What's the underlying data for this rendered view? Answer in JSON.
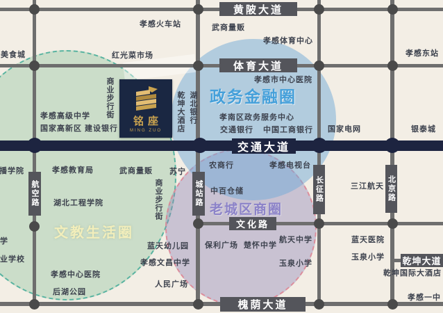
{
  "palette": {
    "background": "#f3eee5",
    "road_gray": "#6e6e6e",
    "road_dot": "#4a4a4a",
    "main_road_navy": "#1d2440",
    "badge_gray": "#54555b",
    "zone_finance_fill": "#aecfe8",
    "zone_finance_text": "#45a0da",
    "zone_oldtown_fill": "#c3bdd8",
    "zone_oldtown_text": "#8b82c8",
    "zone_oldtown_border": "#e0808f",
    "zone_culture_fill": "#cfe2d4",
    "zone_culture_border": "#58b3a0",
    "zone_culture_text": "#f2eebb",
    "logo_bg": "#1a2742",
    "logo_gold": "#c9a24f"
  },
  "logo": {
    "name_cn": "铭座",
    "name_en": "MING ZUO"
  },
  "zones": {
    "finance": {
      "label": "政务金融圈"
    },
    "oldtown": {
      "label": "老城区商圈"
    },
    "culture": {
      "label": "文教生活圈"
    }
  },
  "roads": {
    "huangpi_avenue": "黄陂大道",
    "tiyu_avenue": "体育大道",
    "jiaotong_avenue": "交通大道",
    "wenhua_road": "文化路",
    "huaiyin_avenue": "槐荫大道",
    "qiankun_avenue": "乾坤大道",
    "hangkong_road": "航空路",
    "chengzhan_road": "城站路",
    "changzheng_road": "长征路",
    "beijing_road": "北京路"
  },
  "pois": {
    "food_city": "美食城",
    "hongguang_market": "红光菜市场",
    "xiaogan_railway_station": "孝感火车站",
    "wushang_mart_north": "武商量贩",
    "xiaogan_sports_center": "孝感体育中心",
    "xiaogan_east_station": "孝感东站",
    "xiaogan_city_central_hospital": "孝感市中心医院",
    "xiaogan_senior_high": "孝感高级中学",
    "hitech_zone_ccb": "国家高新区  建设银行",
    "pedestrian_street_north": "商业步行街",
    "qiankun_hotel": "乾坤大酒店",
    "hubei_bank": "湖北银行",
    "xiaonan_gov_service_center": "孝南区政务服务中心",
    "bank_of_communications": "交通银行",
    "icbc": "中国工商银行",
    "state_grid": "国家电网",
    "yintai_city": "银泰城",
    "academy_partial": "播学院",
    "education_bureau": "孝感教育局",
    "wushang_mart_south": "武商量贩",
    "suning": "苏宁",
    "rural_commercial_bank": "农商行",
    "xiaogan_tv": "孝感电视台",
    "zhongbai_storage": "中百仓储",
    "pedestrian_street_south": "商业步行街",
    "hubei_engineering_univ": "湖北工程学院",
    "sanjiang_aerospace": "三江航天",
    "lantian_hospital": "蓝天医院",
    "yuquan_primary_east": "玉泉小学",
    "hangtian_middle": "航天中学",
    "yuquan_primary_west": "玉泉小学",
    "poly_plaza": "保利广场",
    "chuhuai_middle": "楚怀中学",
    "lantian_kindergarten": "蓝天幼儿园",
    "wenchang_middle": "孝感文昌中学",
    "renmin_square": "人民广场",
    "xiaogan_center_hospital": "孝感中心医院",
    "houhu_park": "后湖公园",
    "school_partial_top": "学",
    "school_partial_bottom": "业学校",
    "qiankun_intl_hotel": "乾坤国际大酒店",
    "xiaogan_no1_middle": "孝感一中"
  }
}
